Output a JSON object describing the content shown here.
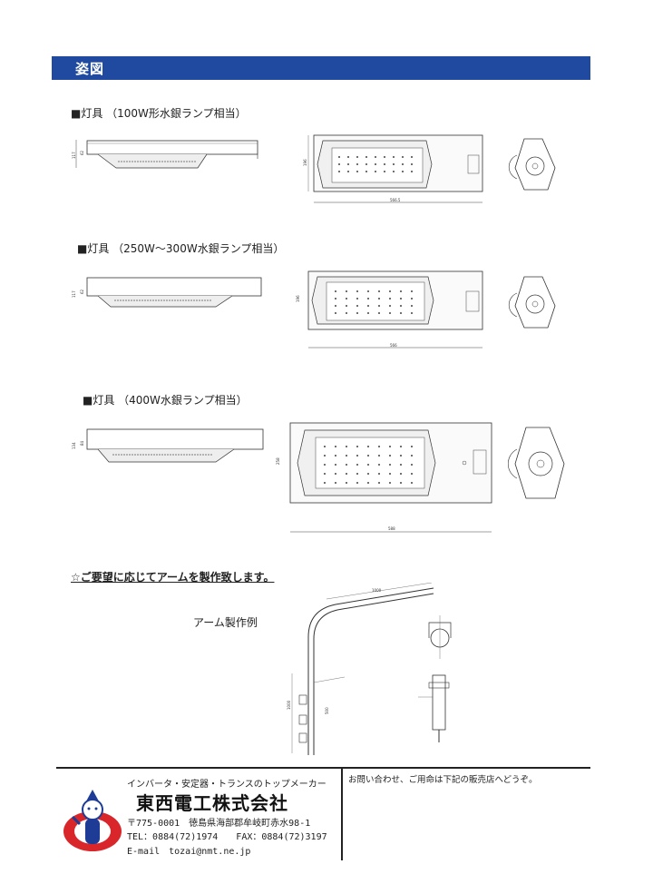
{
  "header": {
    "title": "姿図"
  },
  "fixtures": [
    {
      "title": "■灯具 （100W形水銀ランプ相当）",
      "side_dims": [
        "117",
        "62"
      ],
      "plan_height": "196",
      "plan_width": "566.5"
    },
    {
      "title": "■灯具 （250W～300W水銀ランプ相当）",
      "side_dims": [
        "117",
        "62"
      ],
      "plan_height": "196",
      "plan_width": "566"
    },
    {
      "title": "■灯具 （400W水銀ランプ相当）",
      "side_dims": [
        "134",
        "84"
      ],
      "plan_height": "258",
      "plan_width": "588"
    }
  ],
  "arm": {
    "note": "☆ご要望に応じてアームを製作致します。",
    "example_label": "アーム製作例",
    "dims": {
      "span": "1000",
      "h1": "1000",
      "h2": "500"
    }
  },
  "footer": {
    "tagline": "インバータ・安定器・トランスのトップメーカー",
    "company": "東西電工株式会社",
    "address": "〒775-0001　徳島県海部郡牟岐町赤水98-1",
    "phone": "TEL：0884(72)1974　　FAX：0884(72)3197",
    "email": "E-mail　tozai@nmt.ne.jp",
    "inquiry": "お問い合わせ、ご用命は下記の販売店へどうぞ。"
  },
  "colors": {
    "header_bg": "#1f4aa0",
    "mascot_red": "#d8262b",
    "mascot_blue": "#1e3c96"
  }
}
